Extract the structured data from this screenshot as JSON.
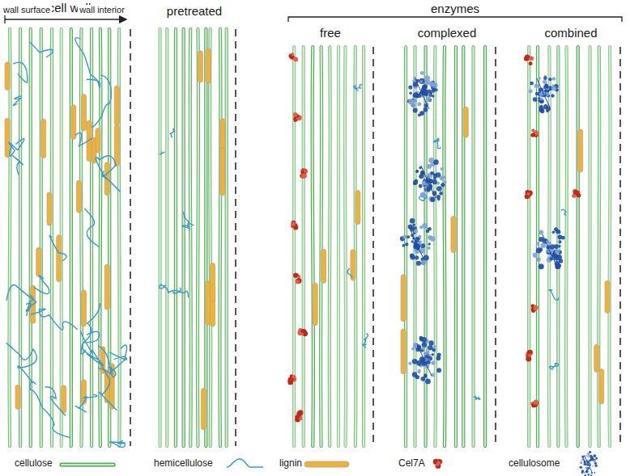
{
  "diagram": {
    "labels": [
      "cell wall",
      "wall surface",
      "wall interior",
      "pretreated",
      "enzymes",
      "free",
      "complexed",
      "combined"
    ],
    "legend": [
      {
        "text": "cellulose"
      },
      {
        "text": "hemicellulose"
      },
      {
        "text": "lignin"
      },
      {
        "text": "Cel7A"
      },
      {
        "text": "cellulosome"
      }
    ]
  }
}
